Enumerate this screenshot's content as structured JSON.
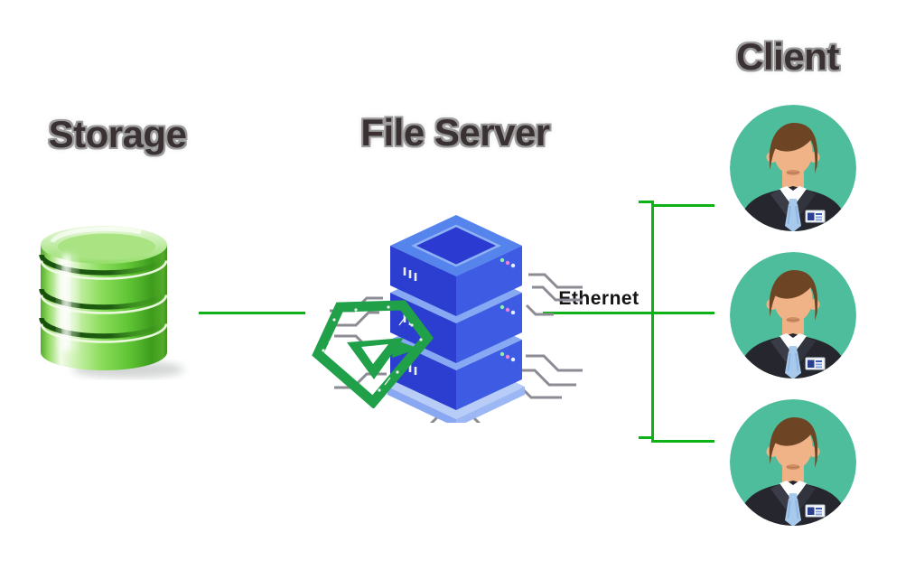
{
  "nodes": {
    "storage": {
      "label": "Storage",
      "icon": "database-icon"
    },
    "file_server": {
      "label": "File Server",
      "icon": "server-stack-icon"
    },
    "client": {
      "label": "Client",
      "icon": "businessman-avatar-icon",
      "count": 3
    }
  },
  "connections": {
    "ethernet_label": "Ethernet",
    "links": [
      {
        "from": "storage",
        "to": "file_server"
      },
      {
        "from": "file_server",
        "to": "client-1",
        "via": "ethernet-bus"
      },
      {
        "from": "file_server",
        "to": "client-2",
        "via": "ethernet-bus"
      },
      {
        "from": "file_server",
        "to": "client-3",
        "via": "ethernet-bus"
      }
    ]
  },
  "colors": {
    "connection_green": "#0cb216",
    "avatar_background_teal": "#4ebd9c",
    "avatar_hair_brown": "#6e4524",
    "avatar_skin": "#f0b287",
    "avatar_suit": "#26272e",
    "avatar_tie_blue": "#a7c9eb",
    "storage_green": "#6cc93e",
    "server_blue_left": "#2c3ecf",
    "server_blue_right": "#3d5be3",
    "server_blue_top": "#5584ec",
    "logo_circuit_green": "#21a04a",
    "trace_gray": "#8c8c94",
    "title_text": "#3a3133",
    "title_outline": "#9b9b9b",
    "ethernet_text": "#141414"
  }
}
